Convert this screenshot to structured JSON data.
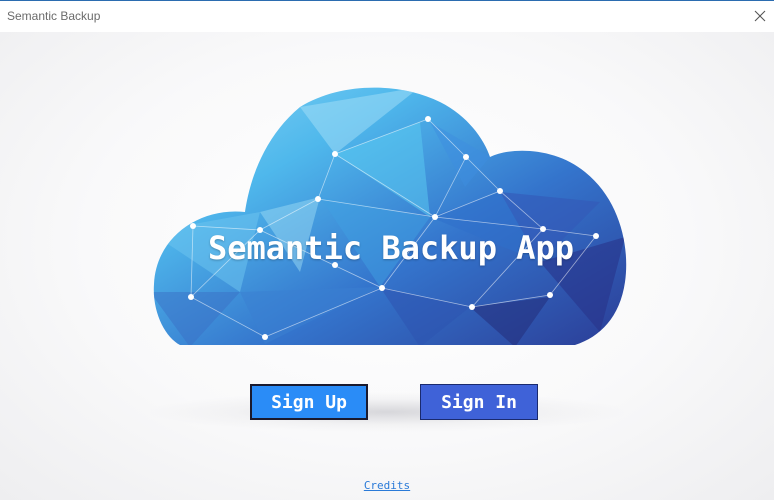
{
  "window": {
    "title": "Semantic Backup",
    "close_icon": "close-icon"
  },
  "hero": {
    "title": "Semantic Backup App",
    "icon": "cloud-network-icon",
    "colors": {
      "light": "#5cc8f2",
      "mid": "#3a8ad8",
      "dark": "#2a3f9e"
    }
  },
  "actions": {
    "signup_label": "Sign Up",
    "signin_label": "Sign In",
    "signup_color": "#2a8cf7",
    "signin_color": "#3f62d8"
  },
  "footer": {
    "credits_label": "Credits"
  }
}
